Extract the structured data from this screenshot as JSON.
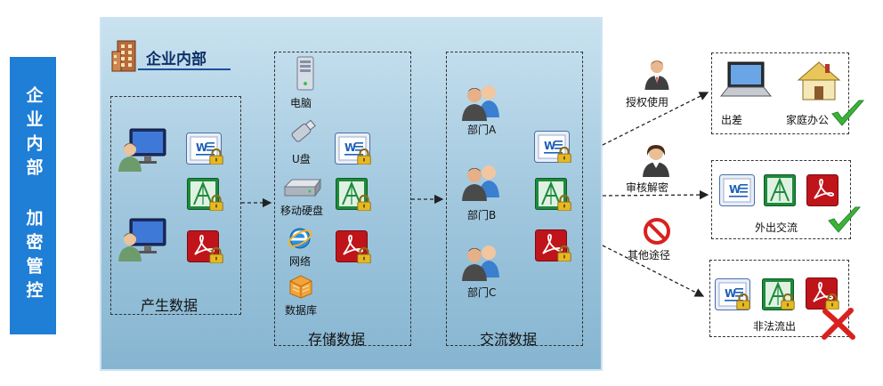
{
  "sidebar": {
    "title": "企业内部 加密管控"
  },
  "panel": {
    "title": "企业内部"
  },
  "sections": {
    "produce": {
      "label": "产生数据"
    },
    "store": {
      "label": "存储数据",
      "items": [
        {
          "label": "电脑",
          "icon": "server-icon"
        },
        {
          "label": "U盘",
          "icon": "usb-drive-icon"
        },
        {
          "label": "移动硬盘",
          "icon": "hard-drive-icon"
        },
        {
          "label": "网络",
          "icon": "ie-globe-icon"
        },
        {
          "label": "数据库",
          "icon": "database-icon"
        }
      ]
    },
    "exchange": {
      "label": "交流数据",
      "items": [
        {
          "label": "部门A",
          "icon": "department-people-icon"
        },
        {
          "label": "部门B",
          "icon": "department-people-icon"
        },
        {
          "label": "部门C",
          "icon": "department-people-icon"
        }
      ]
    }
  },
  "routes": {
    "authorized": {
      "label": "授权使用",
      "icon": "manager-person-icon"
    },
    "audit": {
      "label": "审核解密",
      "icon": "reviewer-person-icon"
    },
    "other": {
      "label": "其他途径",
      "icon": "forbidden-icon"
    }
  },
  "outputs": {
    "trip": {
      "label": "出差",
      "icon": "laptop-icon"
    },
    "home": {
      "label": "家庭办公",
      "icon": "house-icon"
    },
    "external": {
      "label": "外出交流"
    },
    "illegal": {
      "label": "非法流出"
    }
  },
  "colors": {
    "accent": "#1f7ed6",
    "panel": "#9fc6dd",
    "check": "#3cb23a",
    "cross": "#d8221f",
    "word": "#1b5fb8",
    "pdf": "#c0141b",
    "visio": "#1e8a3c"
  }
}
